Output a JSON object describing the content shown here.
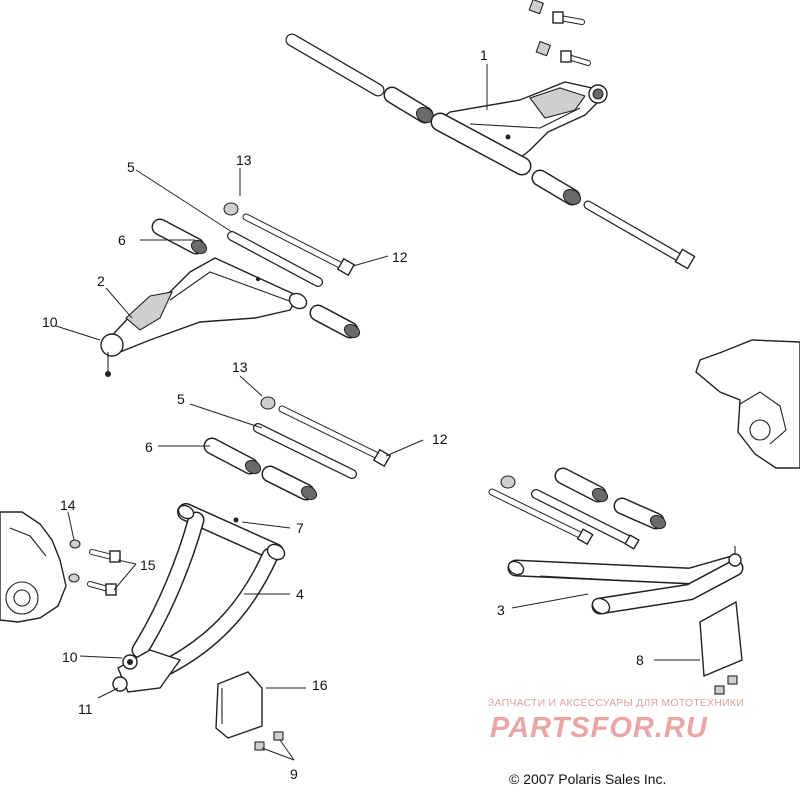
{
  "callouts": {
    "c1": "1",
    "c2": "2",
    "c3": "3",
    "c4": "4",
    "c5a": "5",
    "c5b": "5",
    "c6a": "6",
    "c6b": "6",
    "c7": "7",
    "c8": "8",
    "c9": "9",
    "c10a": "10",
    "c10b": "10",
    "c11": "11",
    "c12a": "12",
    "c12b": "12",
    "c13a": "13",
    "c13b": "13",
    "c14": "14",
    "c15": "15",
    "c16": "16"
  },
  "watermark": {
    "tagline": "ЗАПЧАСТИ И АКСЕССУАРЫ ДЛЯ МОТОТЕХНИКИ",
    "brand": "PARTSFOR.RU"
  },
  "copyright": "© 2007 Polaris Sales Inc.",
  "colors": {
    "line": "#222222",
    "watermark": "#e9a6a6"
  }
}
